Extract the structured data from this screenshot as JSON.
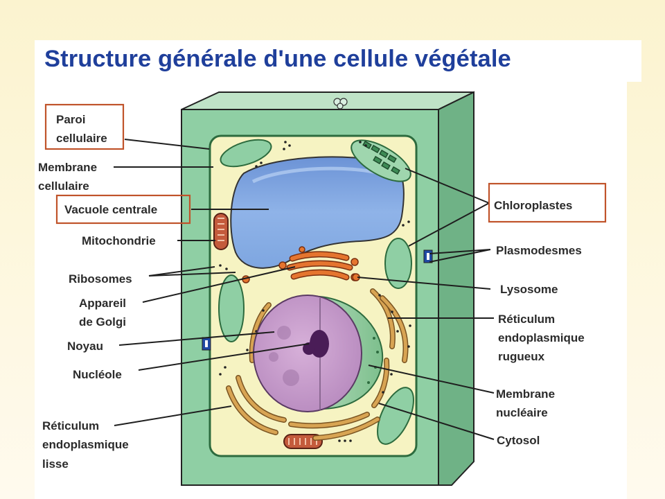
{
  "title": "Structure générale d'une cellule végétale",
  "labels": {
    "paroi_1": "Paroi",
    "paroi_2": "cellulaire",
    "membrane_cell_1": "Membrane",
    "membrane_cell_2": "cellulaire",
    "vacuole": "Vacuole centrale",
    "mitochondrie": "Mitochondrie",
    "ribosomes": "Ribosomes",
    "golgi_1": "Appareil",
    "golgi_2": "de Golgi",
    "noyau": "Noyau",
    "nucleole": "Nucléole",
    "rel_1": "Réticulum",
    "rel_2": "endoplasmique",
    "rel_3": "lisse",
    "chloroplastes": "Chloroplastes",
    "plasmodesmes": "Plasmodesmes",
    "lysosome": "Lysosome",
    "rer_1": "Réticulum",
    "rer_2": "endoplasmique",
    "rer_3": "rugueux",
    "membrane_nuc_1": "Membrane",
    "membrane_nuc_2": "nucléaire",
    "cytosol": "Cytosol"
  },
  "colors": {
    "title": "#1f3f9b",
    "label_box": "#c0532a",
    "cell_wall": "#8fcfa4",
    "cytoplasm": "#f6f3c2",
    "vacuole": "#7fa6e0",
    "nucleus": "#c99ccd",
    "nucleolus": "#4a1d57",
    "golgi": "#e5752f",
    "chloroplast": "#8fcfa4",
    "er": "#d8a453"
  }
}
